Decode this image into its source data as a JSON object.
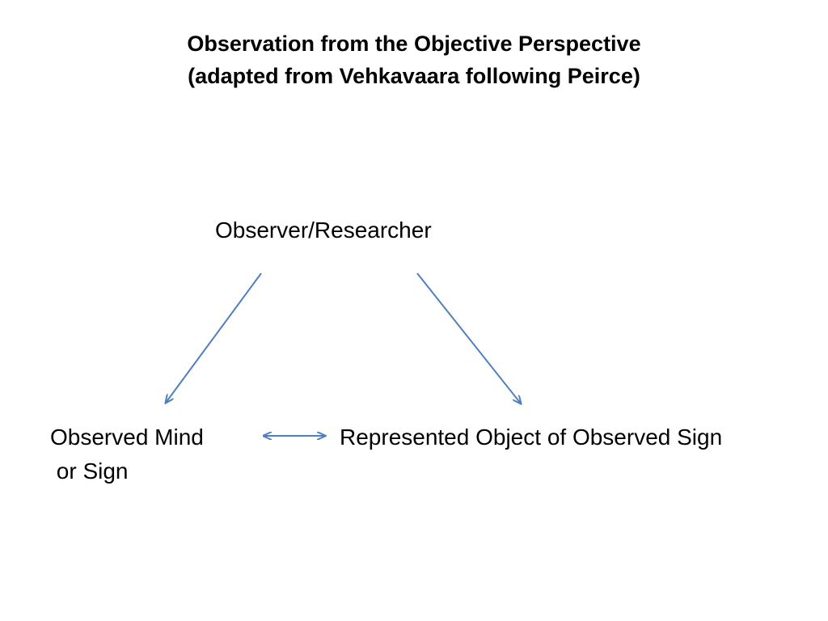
{
  "title": {
    "line1": "Observation from the Objective Perspective",
    "line2": "(adapted from Vehkavaara following Peirce)"
  },
  "nodes": {
    "observer": "Observer/Researcher",
    "observed_mind_line1": "Observed Mind",
    "observed_mind_line2": " or Sign",
    "represented_object": "Represented Object of Observed Sign"
  },
  "edges": [
    {
      "from": "Observer/Researcher",
      "to": "Observed Mind or Sign",
      "direction": "one-way"
    },
    {
      "from": "Observer/Researcher",
      "to": "Represented Object of Observed Sign",
      "direction": "one-way"
    },
    {
      "from": "Observed Mind or Sign",
      "to": "Represented Object of Observed Sign",
      "direction": "two-way"
    }
  ],
  "colors": {
    "arrow": "#4f7fbf",
    "text": "#000000",
    "background": "#ffffff"
  }
}
